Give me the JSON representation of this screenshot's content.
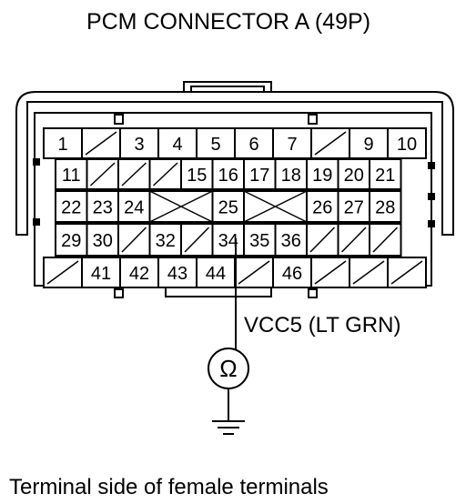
{
  "title": "PCM CONNECTOR A (49P)",
  "wire_label": "VCC5 (LT GRN)",
  "meter_symbol": "Ω",
  "meter_icon": "ohmmeter-icon",
  "ground_icon": "ground-icon",
  "caption": "Terminal side of female terminals",
  "probe_terminal": "34",
  "connector": {
    "rows": [
      [
        {
          "label": "1"
        },
        {
          "blank": true
        },
        {
          "label": "3"
        },
        {
          "label": "4"
        },
        {
          "label": "5"
        },
        {
          "label": "6"
        },
        {
          "label": "7"
        },
        {
          "blank": true
        },
        {
          "label": "9"
        },
        {
          "label": "10"
        }
      ],
      [
        {
          "label": "11"
        },
        {
          "blank": true
        },
        {
          "blank": true
        },
        {
          "blank": true
        },
        {
          "label": "15"
        },
        {
          "label": "16"
        },
        {
          "label": "17"
        },
        {
          "label": "18"
        },
        {
          "label": "19"
        },
        {
          "label": "20"
        },
        {
          "label": "21"
        }
      ],
      [
        {
          "label": "22"
        },
        {
          "label": "23"
        },
        {
          "label": "24"
        },
        {
          "cross": true,
          "span": 2
        },
        {
          "label": "25"
        },
        {
          "cross": true,
          "span": 2
        },
        {
          "label": "26"
        },
        {
          "label": "27"
        },
        {
          "label": "28"
        }
      ],
      [
        {
          "label": "29"
        },
        {
          "label": "30"
        },
        {
          "blank": true
        },
        {
          "label": "32"
        },
        {
          "blank": true
        },
        {
          "label": "34"
        },
        {
          "label": "35"
        },
        {
          "label": "36"
        },
        {
          "blank": true
        },
        {
          "blank": true
        },
        {
          "blank": true
        }
      ],
      [
        {
          "blank": true
        },
        {
          "label": "41"
        },
        {
          "label": "42"
        },
        {
          "label": "43"
        },
        {
          "label": "44"
        },
        {
          "blank": true
        },
        {
          "label": "46"
        },
        {
          "blank": true
        },
        {
          "blank": true
        },
        {
          "blank": true
        }
      ]
    ]
  }
}
